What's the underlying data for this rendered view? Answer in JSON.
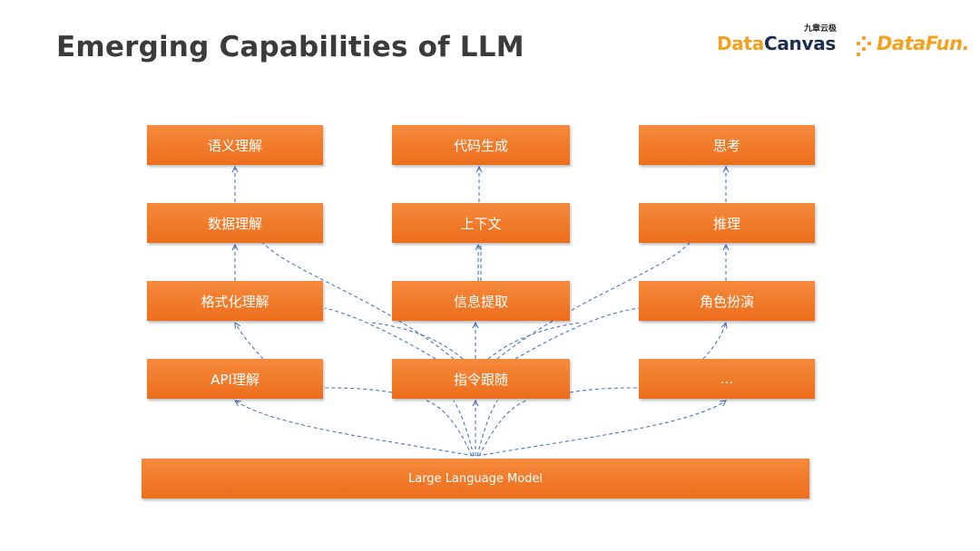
{
  "title": "Emerging Capabilities of LLM",
  "logos": {
    "datacanvas_a": "Data",
    "datacanvas_b": "Canvas",
    "datacanvas_cn": "九章云极",
    "datafun": "DataFun."
  },
  "nodes": {
    "r1c1": "语义理解",
    "r1c2": "代码生成",
    "r1c3": "思考",
    "r2c1": "数据理解",
    "r2c2": "上下文",
    "r2c3": "推理",
    "r3c1": "格式化理解",
    "r3c2": "信息提取",
    "r3c3": "角色扮演",
    "r4c1": "API理解",
    "r4c2": "指令跟随",
    "r4c3": "...",
    "base": "Large Language Model"
  },
  "colors": {
    "node_fill": "#ef7424",
    "edge": "#4a76c4",
    "title": "#3b3b3b"
  }
}
